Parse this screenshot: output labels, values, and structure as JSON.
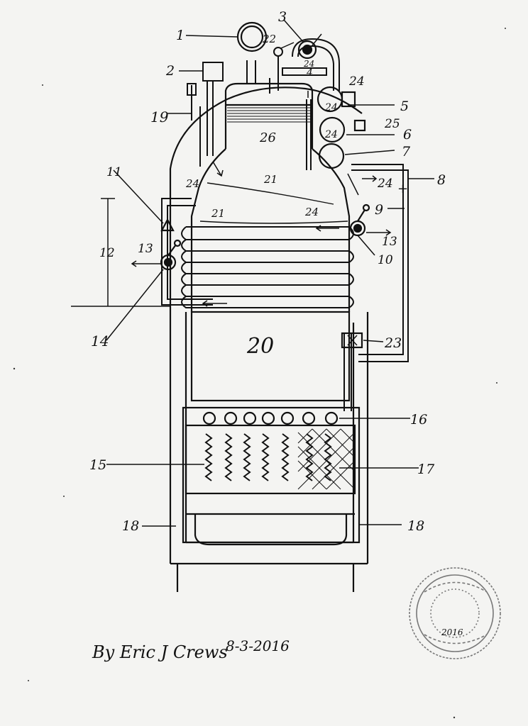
{
  "labels": {
    "l1": "1",
    "l2": "2",
    "l3": "3",
    "l4": "4",
    "l5": "5",
    "l6": "6",
    "l7": "7",
    "l8": "8",
    "l9": "9",
    "l10": "10",
    "l11": "11",
    "l12": "12",
    "l13a": "13",
    "l13b": "13",
    "l14": "14",
    "l15": "15",
    "l16": "16",
    "l17": "17",
    "l18a": "18",
    "l18b": "18",
    "l19": "19",
    "l20": "20",
    "l21a": "21",
    "l21b": "21",
    "l22": "22",
    "l23": "23",
    "l24a": "24",
    "l24b": "24",
    "l24c": "24",
    "l24d": "24",
    "l24e": "24",
    "l24f": "24",
    "l24g": "24",
    "l25": "25",
    "l26": "26",
    "plus": "+"
  },
  "signature": {
    "text": "By Eric J Crews",
    "date": "8-3-2016"
  },
  "stamp": {
    "year": "2016"
  }
}
